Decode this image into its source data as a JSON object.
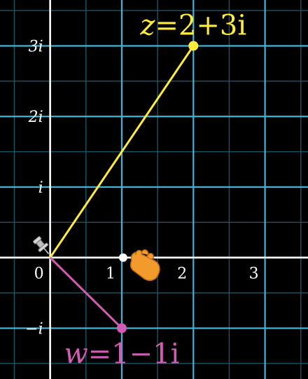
{
  "plane": {
    "colors": {
      "background": "#000000",
      "major_grid": "#3fb5d6",
      "minor_grid": "#1d5566",
      "axis": "#ffffff",
      "label": "#ffffff"
    },
    "x_range": [
      -0.7,
      3.6
    ],
    "y_range": [
      -1.72,
      3.65
    ],
    "real_labels": [
      {
        "value": 0,
        "text": "0"
      },
      {
        "value": 1,
        "text": "1"
      },
      {
        "value": 2,
        "text": "2"
      },
      {
        "value": 3,
        "text": "3"
      }
    ],
    "imag_labels": [
      {
        "value": 3,
        "text": "3i"
      },
      {
        "value": 2,
        "text": "2i"
      },
      {
        "value": 1,
        "text": "i"
      },
      {
        "value": -1,
        "text": "−i"
      }
    ]
  },
  "z": {
    "label_var": "z",
    "label_rest": "=2+3i",
    "re": 2,
    "im": 3,
    "color": "#ffeb3b"
  },
  "w": {
    "label_var": "w",
    "label_rest": "=1−1i",
    "re": 1,
    "im": -1,
    "color": "#d45bb4"
  },
  "pin_icon": "pushpin-icon",
  "hand_icon": "drag-hand-icon",
  "drag_point": {
    "re": 1,
    "im": 0
  }
}
